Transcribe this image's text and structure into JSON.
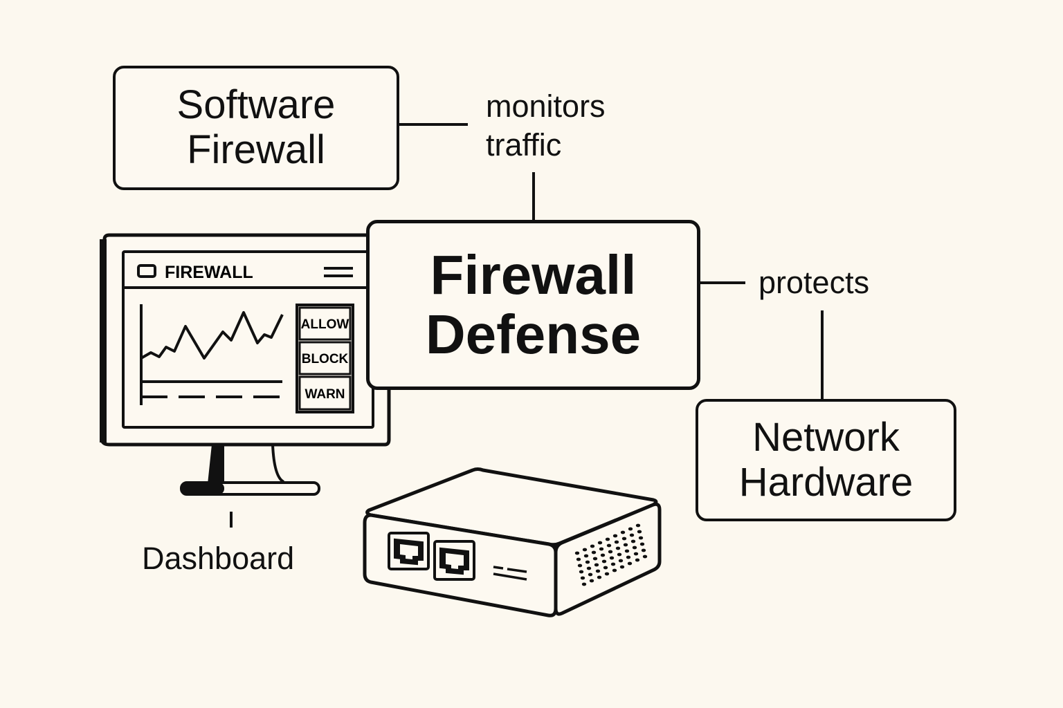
{
  "title": "Firewall Defense",
  "nodes": {
    "software_firewall": {
      "line1": "Software",
      "line2": "Firewall"
    },
    "firewall_defense": {
      "line1": "Firewall",
      "line2": "Defense"
    },
    "network_hardware": {
      "line1": "Network",
      "line2": "Hardware"
    }
  },
  "edge_labels": {
    "monitors_traffic": "monitors\ntraffic",
    "protects": "protects",
    "dashboard": "Dashboard"
  },
  "monitor_screen": {
    "app_title": "FIREWALL",
    "buttons": [
      "ALLOW",
      "BLOCK",
      "WARN"
    ]
  },
  "icons": {
    "monitor": "desktop-monitor-icon",
    "router": "network-router-icon",
    "window": "window-icon",
    "menu": "hamburger-menu-icon",
    "chart": "traffic-line-chart-icon"
  },
  "colors": {
    "background": "#fcf8ef",
    "ink": "#111111"
  }
}
